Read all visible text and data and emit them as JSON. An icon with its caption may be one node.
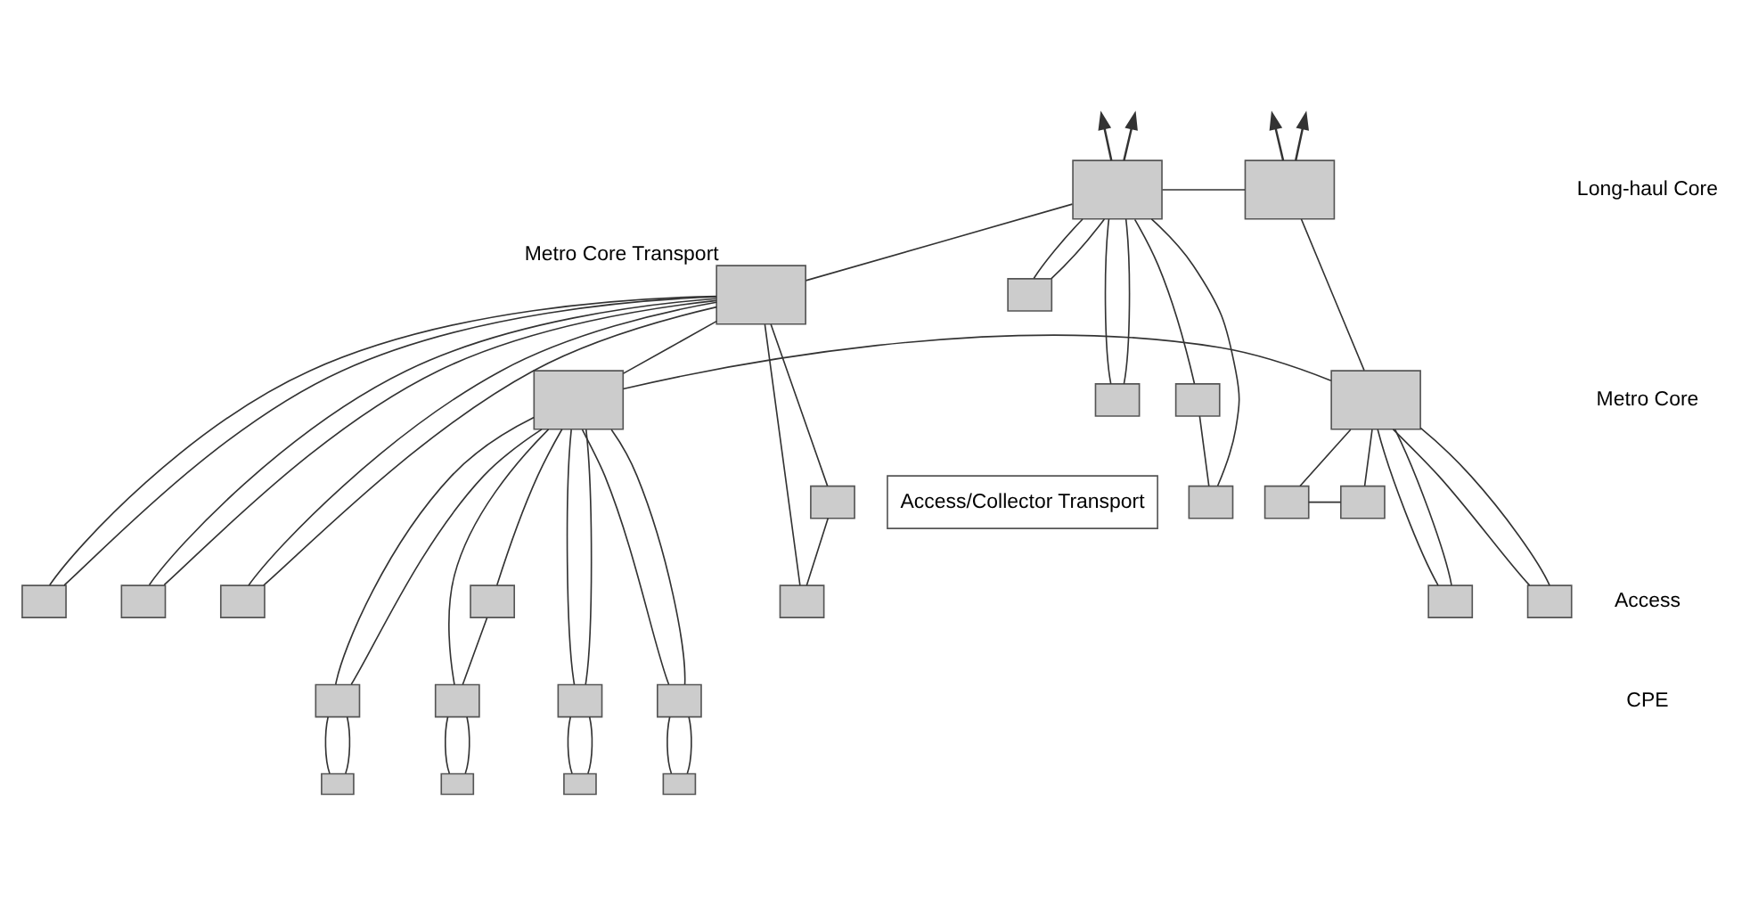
{
  "diagram": {
    "nodes": [
      {
        "text": [],
        "shape": "box"
      },
      {
        "text": [],
        "shape": "box"
      },
      {
        "text": [],
        "shape": "box",
        "beside": [
          "Metro Core Transport"
        ]
      },
      {
        "text": [],
        "shape": "box"
      },
      {
        "text": [],
        "shape": "box"
      },
      {
        "text": [],
        "shape": "box"
      },
      {
        "text": [],
        "shape": "box"
      },
      {
        "text": [],
        "shape": "box"
      },
      {
        "text": [],
        "shape": "box"
      },
      {
        "text": [
          "Access/Collector Transport"
        ]
      },
      {
        "text": [],
        "shape": "box"
      },
      {
        "text": [],
        "shape": "box"
      },
      {
        "text": [],
        "shape": "box"
      },
      {
        "text": [],
        "shape": "box"
      },
      {
        "text": [],
        "shape": "box"
      },
      {
        "text": [],
        "shape": "box"
      },
      {
        "text": [],
        "shape": "box"
      },
      {
        "text": [],
        "shape": "box"
      },
      {
        "text": [],
        "shape": "box"
      },
      {
        "text": [],
        "shape": "box"
      },
      {
        "text": [],
        "shape": "box"
      },
      {
        "text": [],
        "shape": "box"
      },
      {
        "text": [],
        "shape": "box"
      },
      {
        "text": [],
        "shape": "box"
      },
      {
        "text": [],
        "shape": "box"
      },
      {
        "text": [],
        "shape": "box"
      },
      {
        "text": [],
        "shape": "box"
      },
      {
        "text": [],
        "shape": "box"
      }
    ],
    "edges": [
      {
        "from": 0,
        "to": null,
        "arrow": "to"
      },
      {
        "from": 0,
        "to": null,
        "arrow": "to"
      },
      {
        "from": 1,
        "to": null,
        "arrow": "to"
      },
      {
        "from": 1,
        "to": null,
        "arrow": "to"
      },
      {
        "from": 0,
        "to": 1,
        "arrow": "none"
      },
      {
        "from": 0,
        "to": 2,
        "arrow": "none"
      },
      {
        "from": 1,
        "to": 4,
        "arrow": "none"
      },
      {
        "from": 2,
        "to": 3,
        "arrow": "none"
      },
      {
        "from": 3,
        "to": 4,
        "arrow": "none"
      },
      {
        "from": 0,
        "to": 5,
        "arrow": "none"
      },
      {
        "from": 5,
        "to": 0,
        "arrow": "none"
      },
      {
        "from": 0,
        "to": 6,
        "arrow": "none"
      },
      {
        "from": 6,
        "to": 0,
        "arrow": "none"
      },
      {
        "from": 0,
        "to": 8,
        "arrow": "none"
      },
      {
        "from": 8,
        "to": 7,
        "arrow": "none"
      },
      {
        "from": 7,
        "to": 0,
        "arrow": "none"
      },
      {
        "from": 2,
        "to": 10,
        "arrow": "none"
      },
      {
        "from": 10,
        "to": 11,
        "arrow": "none"
      },
      {
        "from": 11,
        "to": 2,
        "arrow": "none"
      },
      {
        "from": 2,
        "to": 12,
        "arrow": "none"
      },
      {
        "from": 12,
        "to": 2,
        "arrow": "none"
      },
      {
        "from": 2,
        "to": 13,
        "arrow": "none"
      },
      {
        "from": 13,
        "to": 2,
        "arrow": "none"
      },
      {
        "from": 2,
        "to": 14,
        "arrow": "none"
      },
      {
        "from": 14,
        "to": 2,
        "arrow": "none"
      },
      {
        "from": 3,
        "to": 15,
        "arrow": "none"
      },
      {
        "from": 15,
        "to": 3,
        "arrow": "none"
      },
      {
        "from": 3,
        "to": 16,
        "arrow": "none"
      },
      {
        "from": 16,
        "to": 3,
        "arrow": "none"
      },
      {
        "from": 3,
        "to": 17,
        "arrow": "none"
      },
      {
        "from": 17,
        "to": 3,
        "arrow": "none"
      },
      {
        "from": 3,
        "to": 18,
        "arrow": "none"
      },
      {
        "from": 18,
        "to": 19,
        "arrow": "none"
      },
      {
        "from": 19,
        "to": 3,
        "arrow": "none"
      },
      {
        "from": 15,
        "to": 20,
        "arrow": "none"
      },
      {
        "from": 20,
        "to": 15,
        "arrow": "none"
      },
      {
        "from": 16,
        "to": 26,
        "arrow": "none"
      },
      {
        "from": 26,
        "to": 16,
        "arrow": "none"
      },
      {
        "from": 17,
        "to": 27,
        "arrow": "none"
      },
      {
        "from": 27,
        "to": 17,
        "arrow": "none"
      },
      {
        "from": 19,
        "to": 21,
        "arrow": "none"
      },
      {
        "from": 21,
        "to": 19,
        "arrow": "none"
      },
      {
        "from": 4,
        "to": 22,
        "arrow": "none"
      },
      {
        "from": 22,
        "to": 23,
        "arrow": "none"
      },
      {
        "from": 23,
        "to": 4,
        "arrow": "none"
      },
      {
        "from": 4,
        "to": 24,
        "arrow": "none"
      },
      {
        "from": 24,
        "to": 4,
        "arrow": "none"
      },
      {
        "from": 4,
        "to": 25,
        "arrow": "none"
      },
      {
        "from": 25,
        "to": 4,
        "arrow": "none"
      }
    ],
    "labels": [
      "Long-haul Core",
      "Metro Core",
      "Access",
      "CPE"
    ]
  }
}
